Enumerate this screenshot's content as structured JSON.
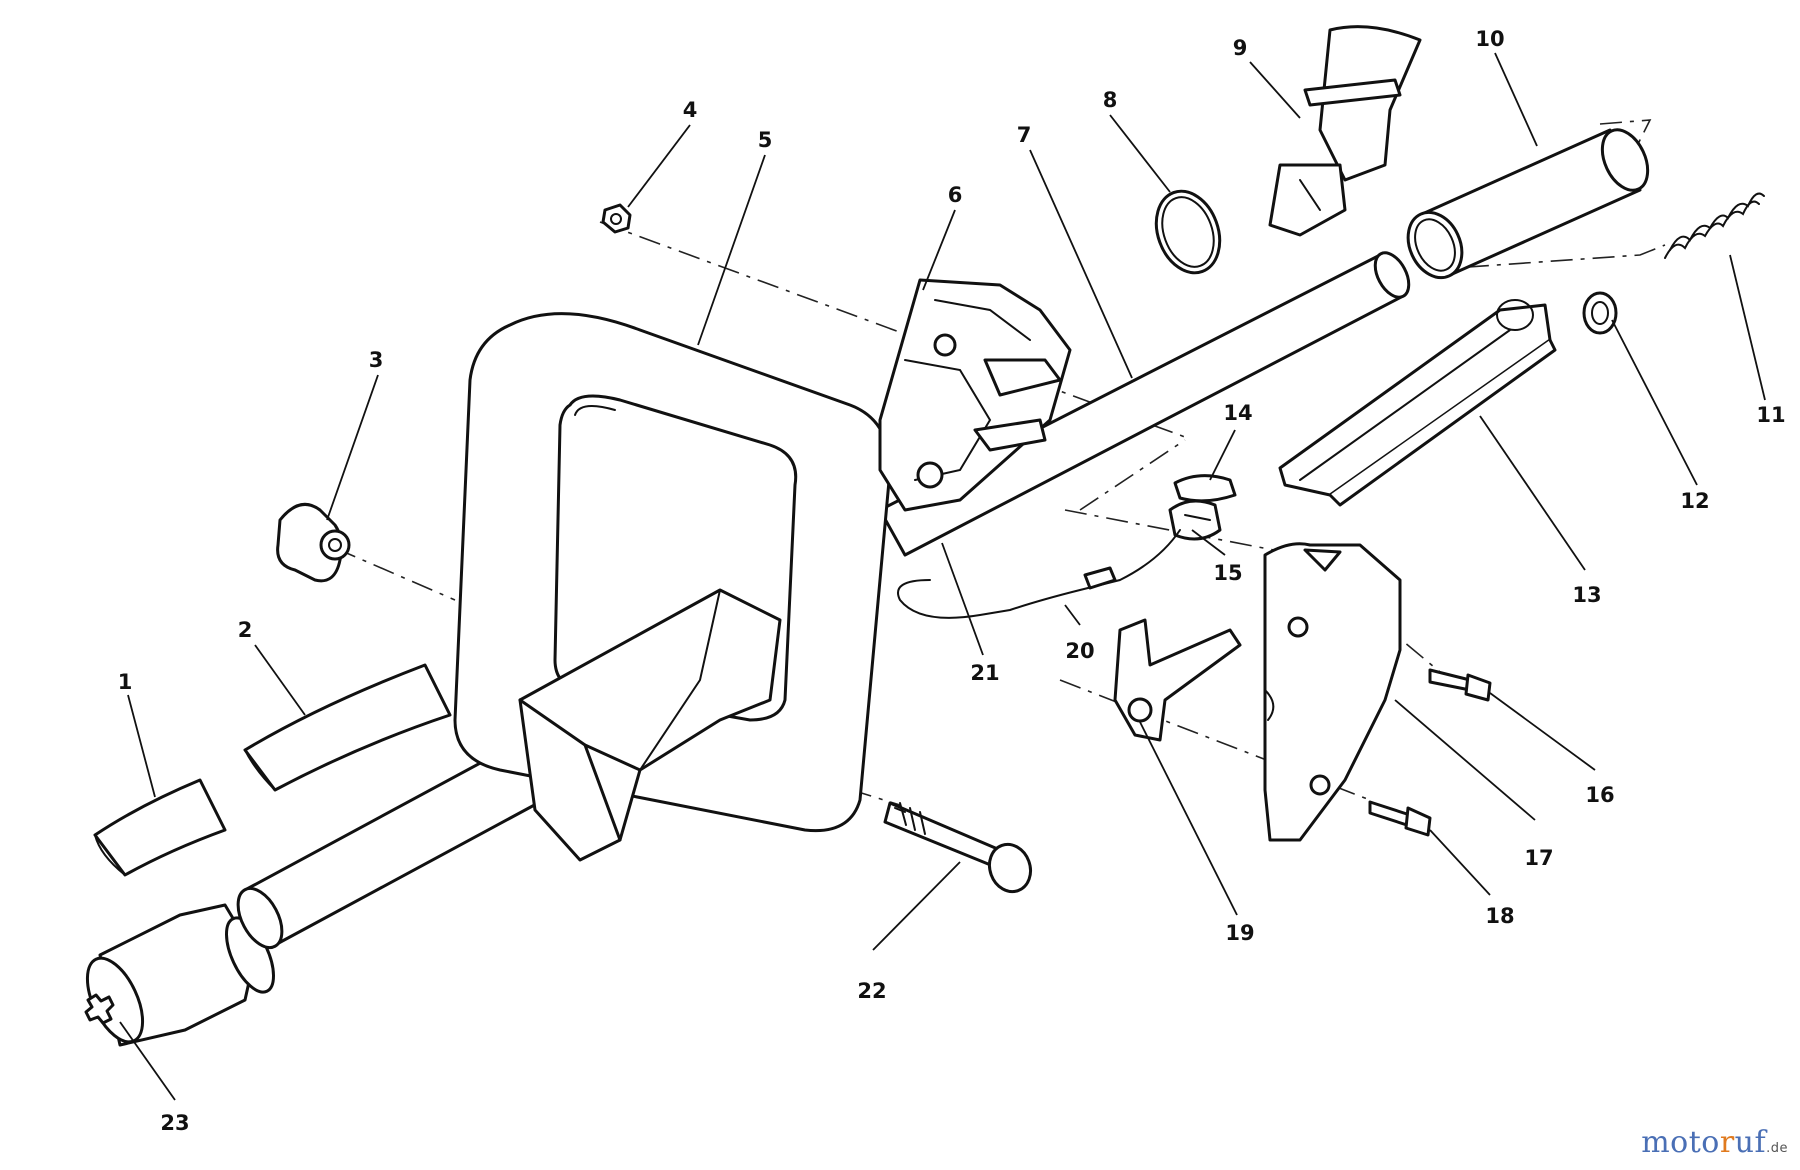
{
  "diagram": {
    "callouts": [
      {
        "id": "1",
        "label": "1"
      },
      {
        "id": "2",
        "label": "2"
      },
      {
        "id": "3",
        "label": "3"
      },
      {
        "id": "4",
        "label": "4"
      },
      {
        "id": "5",
        "label": "5"
      },
      {
        "id": "6",
        "label": "6"
      },
      {
        "id": "7",
        "label": "7"
      },
      {
        "id": "8",
        "label": "8"
      },
      {
        "id": "9",
        "label": "9"
      },
      {
        "id": "10",
        "label": "10"
      },
      {
        "id": "11",
        "label": "11"
      },
      {
        "id": "12",
        "label": "12"
      },
      {
        "id": "13",
        "label": "13"
      },
      {
        "id": "14",
        "label": "14"
      },
      {
        "id": "15",
        "label": "15"
      },
      {
        "id": "16",
        "label": "16"
      },
      {
        "id": "17",
        "label": "17"
      },
      {
        "id": "18",
        "label": "18"
      },
      {
        "id": "19",
        "label": "19"
      },
      {
        "id": "20",
        "label": "20"
      },
      {
        "id": "21",
        "label": "21"
      },
      {
        "id": "22",
        "label": "22"
      },
      {
        "id": "23",
        "label": "23"
      }
    ]
  },
  "watermark": {
    "part1": "moto",
    "part2": "r",
    "part3": "uf",
    "tld": ".de",
    "colors": {
      "blue": "#4a6fb5",
      "orange": "#e07a1e"
    }
  }
}
